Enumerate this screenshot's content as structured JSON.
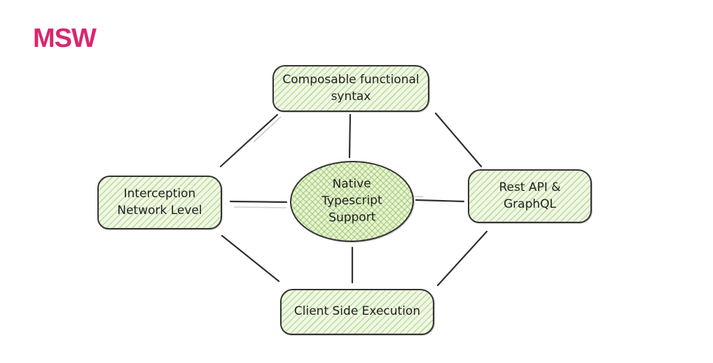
{
  "logo": {
    "text": "MSW",
    "color": "#d9266f"
  },
  "canvas": {
    "background": "#ffffff"
  },
  "diagram": {
    "center": {
      "id": "native-typescript-support",
      "label": "Native\nTypescript\nSupport",
      "shape": "ellipse"
    },
    "nodes": {
      "top": {
        "id": "composable-functional-syntax",
        "label": "Composable functional\nsyntax",
        "shape": "rounded-rect"
      },
      "left": {
        "id": "interception-network-level",
        "label": "Interception\nNetwork Level",
        "shape": "rounded-rect"
      },
      "right": {
        "id": "rest-api-graphql",
        "label": "Rest API &\nGraphQL",
        "shape": "rounded-rect"
      },
      "bottom": {
        "id": "client-side-execution",
        "label": "Client Side Execution",
        "shape": "rounded-rect"
      }
    },
    "edges": [
      {
        "from": "composable-functional-syntax",
        "to": "interception-network-level"
      },
      {
        "from": "composable-functional-syntax",
        "to": "native-typescript-support"
      },
      {
        "from": "composable-functional-syntax",
        "to": "rest-api-graphql"
      },
      {
        "from": "interception-network-level",
        "to": "native-typescript-support"
      },
      {
        "from": "native-typescript-support",
        "to": "rest-api-graphql"
      },
      {
        "from": "interception-network-level",
        "to": "client-side-execution"
      },
      {
        "from": "native-typescript-support",
        "to": "client-side-execution"
      },
      {
        "from": "rest-api-graphql",
        "to": "client-side-execution"
      }
    ],
    "colors": {
      "node_fill": "#f0f7e4",
      "node_hatch": "#90c660",
      "ellipse_fill": "#e9f3d3",
      "border": "#333333",
      "edge_stroke": "#2f2f2f",
      "text": "#1f1f1f"
    }
  }
}
